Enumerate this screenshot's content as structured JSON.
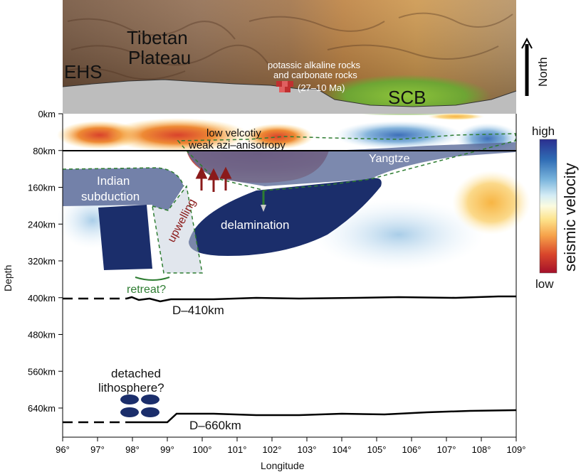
{
  "topography": {
    "labels": {
      "ehs": "EHS",
      "tibet_line1": "Tibetan",
      "tibet_line2": "Plateau",
      "scb": "SCB",
      "potassic_line1": "potassic alkaline rocks",
      "potassic_line2": "and carbonate rocks",
      "age": "(27–10 Ma)"
    },
    "north_label": "North"
  },
  "section": {
    "labels": {
      "low_velocity": "low velcotiy",
      "azi": "weak azi–anisotropy",
      "yangtze": "Yangtze",
      "indian_line1": "Indian",
      "indian_line2": "subduction",
      "upwelling": "upwelling",
      "delamination": "delamination",
      "retreat": "retreat?",
      "d410": "D–410km",
      "detached_line1": "detached",
      "detached_line2": "lithosphere?",
      "d660": "D–660km"
    },
    "colors": {
      "slab": "#1b2e6b",
      "upwelling_arrow": "#8b1a1a",
      "outline": "#2e7d32"
    }
  },
  "axes": {
    "y_label": "Depth",
    "x_label": "Longitude",
    "depth_ticks": [
      "0km",
      "80km",
      "160km",
      "240km",
      "320km",
      "400km",
      "480km",
      "560km",
      "640km"
    ],
    "lon_ticks": [
      "96°",
      "97°",
      "98°",
      "99°",
      "100°",
      "101°",
      "102°",
      "103°",
      "104°",
      "105°",
      "106°",
      "107°",
      "108°",
      "109°"
    ]
  },
  "colorbar": {
    "high": "high",
    "low": "low",
    "title": "seismic velocity"
  }
}
